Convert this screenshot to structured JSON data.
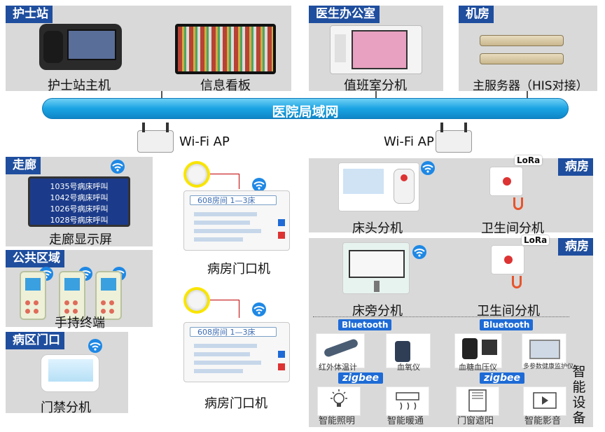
{
  "network": {
    "label": "医院局域网"
  },
  "wifi_ap": {
    "left": "Wi-Fi AP",
    "right": "Wi-Fi AP"
  },
  "sections": {
    "nurse_station": {
      "tag": "护士站",
      "host": "护士站主机",
      "board": "信息看板"
    },
    "doctor_office": {
      "tag": "医生办公室",
      "duty": "值班室分机"
    },
    "server_room": {
      "tag": "机房",
      "server": "主服务器（HIS对接）"
    },
    "corridor": {
      "tag": "走廊",
      "display": "走廊显示屏",
      "screen_lines": [
        "1035号病床呼叫",
        "1042号病床呼叫",
        "1026号病床呼叫",
        "1028号病床呼叫"
      ]
    },
    "public_area": {
      "tag": "公共区域",
      "handheld": "手持终端"
    },
    "ward_gate": {
      "tag": "病区门口",
      "access": "门禁分机"
    },
    "door_units": {
      "label": "病房门口机",
      "screen_header": "608房间  1—3床"
    },
    "ward_a": {
      "tag": "病房",
      "bedhead": "床头分机",
      "toilet": "卫生间分机"
    },
    "ward_b": {
      "tag": "病房",
      "bedside": "床旁分机",
      "toilet": "卫生间分机"
    },
    "smart": {
      "lora": "LoRa",
      "bluetooth": "Bluetooth",
      "zigbee": "zigbee",
      "devices_bt": [
        "红外体温计",
        "血氧仪",
        "血糖血压仪",
        "多参数健康监护仪"
      ],
      "devices_zb": [
        "智能照明",
        "智能暖通",
        "门窗遮阳",
        "智能影音"
      ],
      "vertical": "智能设备"
    }
  },
  "colors": {
    "tag_bg": "#1f4e9e",
    "panel": "#d9d9d9",
    "network": "#1aa3e3"
  }
}
